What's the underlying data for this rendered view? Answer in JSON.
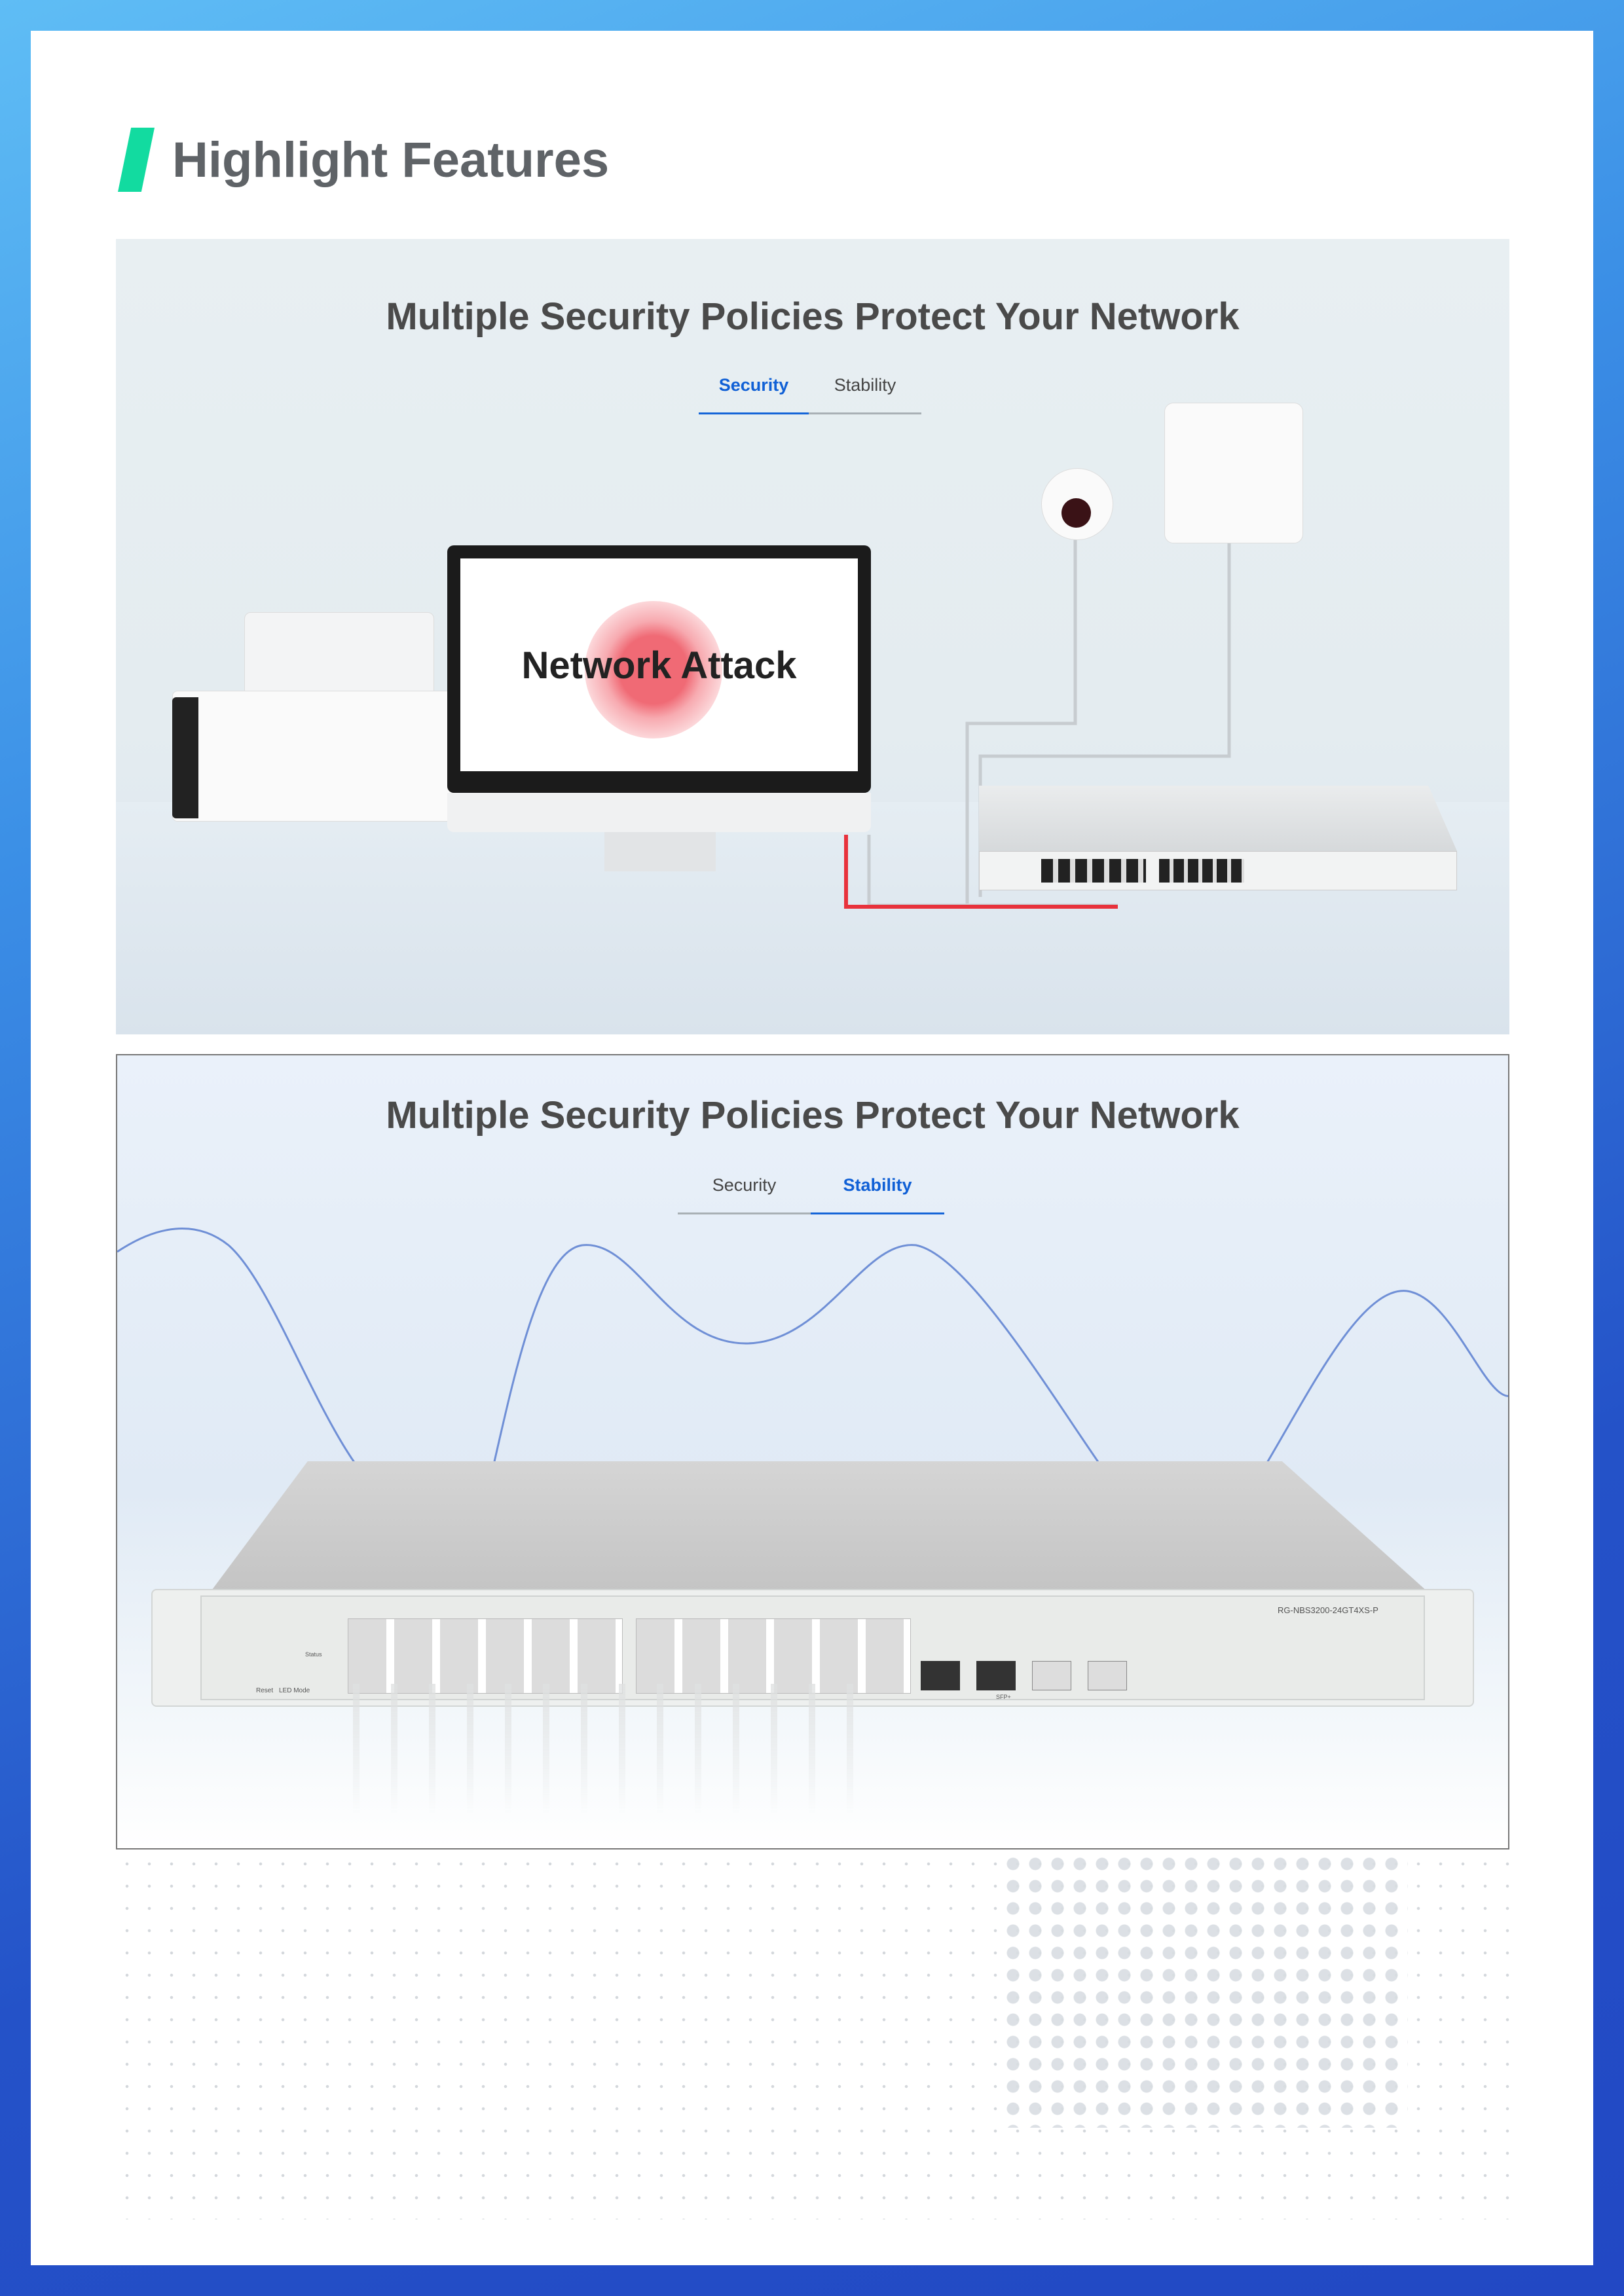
{
  "header": {
    "title": "Highlight Features"
  },
  "panel_security": {
    "title": "Multiple Security Policies Protect Your Network",
    "tabs": [
      {
        "label": "Security",
        "active": true
      },
      {
        "label": "Stability",
        "active": false
      }
    ],
    "screen_text": "Network Attack"
  },
  "panel_stability": {
    "title": "Multiple Security Policies Protect Your Network",
    "tabs": [
      {
        "label": "Security",
        "active": false
      },
      {
        "label": "Stability",
        "active": true
      }
    ],
    "switch_model": "RG-NBS3200-24GT4XS-P",
    "switch_labels": {
      "reset": "Reset",
      "led_mode": "LED Mode",
      "status": "Status",
      "sfp": "SFP+"
    }
  },
  "colors": {
    "accent": "#12dba0",
    "tab_active": "#1565d8",
    "alert": "#e8323c"
  }
}
